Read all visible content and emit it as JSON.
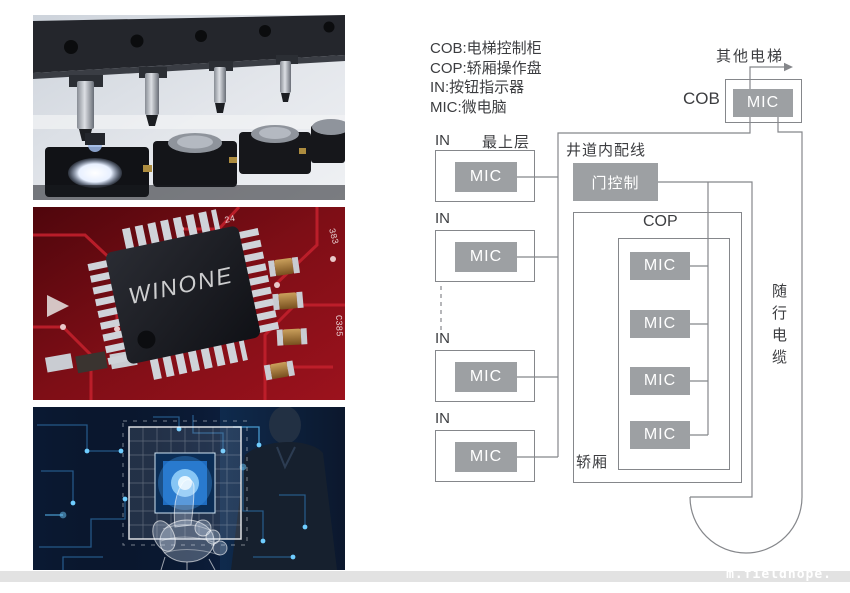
{
  "watermark": {
    "text": "m.fieldhope."
  },
  "photos": {
    "pcb_chip_text": "WINONE",
    "pcb_marking_24": "24",
    "pcb_marking_383": "383",
    "pcb_marking_c385": "C385"
  },
  "legend": {
    "line1": "COB:电梯控制柜",
    "line2": "COP:轿厢操作盘",
    "line3": "IN:按钮指示器",
    "line4": "MIC:微电脑"
  },
  "diagram": {
    "colors": {
      "line": "#85878b",
      "box_fill": "#9da0a3",
      "label": "#3c3d40"
    },
    "other_elevator_label": "其他电梯",
    "cob_label": "COB",
    "cob_mic": "MIC",
    "top_floor_label": "最上层",
    "hoistway_label": "井道内配线",
    "door_control_label": "门控制",
    "cop_label": "COP",
    "car_label": "轿厢",
    "traveling_cable_label": "随行电缆",
    "in_units": [
      {
        "label": "IN",
        "mic": "MIC"
      },
      {
        "label": "IN",
        "mic": "MIC"
      },
      {
        "label": "IN",
        "mic": "MIC"
      },
      {
        "label": "IN",
        "mic": "MIC"
      }
    ],
    "cop_mics": [
      "MIC",
      "MIC",
      "MIC",
      "MIC"
    ]
  }
}
